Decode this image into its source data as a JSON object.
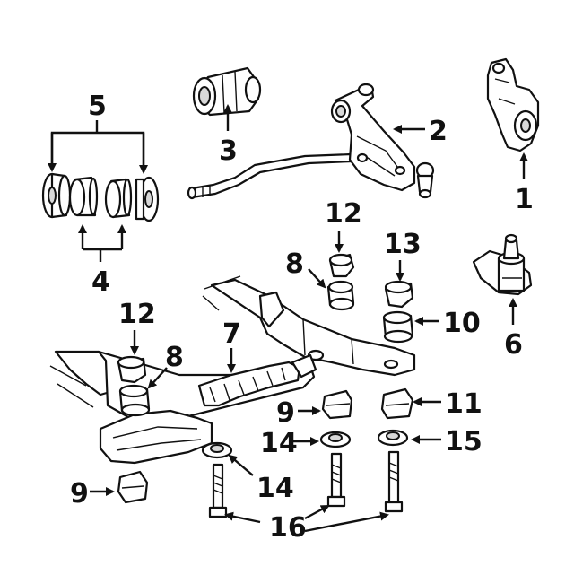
{
  "callouts": {
    "c1": "1",
    "c2": "2",
    "c3": "3",
    "c4": "4",
    "c5": "5",
    "c6": "6",
    "c7": "7",
    "c8a": "8",
    "c8b": "8",
    "c9a": "9",
    "c9b": "9",
    "c10": "10",
    "c11": "11",
    "c12a": "12",
    "c12b": "12",
    "c13": "13",
    "c14a": "14",
    "c14b": "14",
    "c15": "15",
    "c16": "16"
  },
  "parts": [
    {
      "callout": "1",
      "icon": "steering-knuckle-icon"
    },
    {
      "callout": "2",
      "icon": "lower-control-arm-icon"
    },
    {
      "callout": "3",
      "icon": "arm-bushing-icon"
    },
    {
      "callout": "4",
      "icon": "strut-rod-bushing-icon"
    },
    {
      "callout": "5",
      "icon": "bushing-retainer-icon"
    },
    {
      "callout": "6",
      "icon": "ball-joint-icon"
    },
    {
      "callout": "7",
      "icon": "crossmember-icon"
    },
    {
      "callout": "8",
      "icon": "spacer-icon"
    },
    {
      "callout": "9",
      "icon": "cradle-mount-icon"
    },
    {
      "callout": "10",
      "icon": "spacer-icon"
    },
    {
      "callout": "11",
      "icon": "cradle-mount-icon"
    },
    {
      "callout": "12",
      "icon": "insulator-icon"
    },
    {
      "callout": "13",
      "icon": "insulator-icon"
    },
    {
      "callout": "14",
      "icon": "retainer-icon"
    },
    {
      "callout": "15",
      "icon": "retainer-icon"
    },
    {
      "callout": "16",
      "icon": "bolt-icon"
    }
  ]
}
